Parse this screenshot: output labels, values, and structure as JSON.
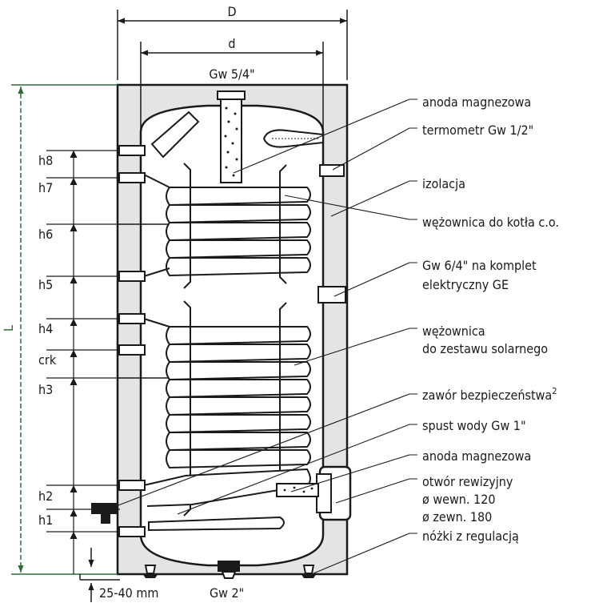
{
  "dimensions": {
    "outer_width": "D",
    "inner_width": "d",
    "height": "L",
    "top_connection": "Gw 5/4\"",
    "bottom_connection": "Gw 2\"",
    "leg_adjust": "25-40 mm"
  },
  "heights": [
    "h8",
    "h7",
    "h6",
    "h5",
    "h4",
    "crk",
    "h3",
    "h2",
    "h1"
  ],
  "callouts": [
    {
      "lines": [
        "anoda magnezowa"
      ]
    },
    {
      "lines": [
        "termometr Gw 1/2\""
      ]
    },
    {
      "lines": [
        "izolacja"
      ]
    },
    {
      "lines": [
        "wężownica do kotła c.o."
      ]
    },
    {
      "lines": [
        "Gw 6/4\" na komplet",
        "elektryczny GE"
      ]
    },
    {
      "lines": [
        "wężownica",
        "do zestawu solarnego"
      ]
    },
    {
      "lines": [
        "zawór bezpieczeństwa"
      ],
      "sup": "2"
    },
    {
      "lines": [
        "spust wody Gw 1\""
      ]
    },
    {
      "lines": [
        "anoda magnezowa"
      ]
    },
    {
      "lines": [
        "otwór rewizyjny",
        "ø wewn. 120",
        "ø zewn. 180"
      ]
    },
    {
      "lines": [
        "nóżki z regulacją"
      ]
    }
  ],
  "colors": {
    "line": "#1a1a1a",
    "insulation": "#e4e4e4",
    "tank": "#ffffff",
    "l_dimension": "#2f6b3a"
  }
}
